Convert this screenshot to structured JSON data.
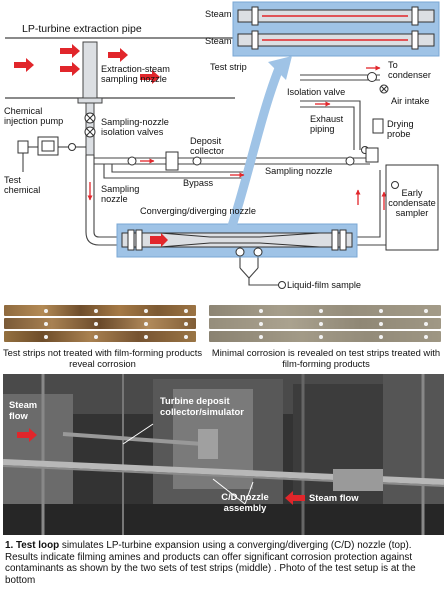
{
  "diagram": {
    "labels": {
      "lp_pipe": "LP-turbine extraction pipe",
      "steam_top1": "Steam",
      "steam_top2": "Steam",
      "test_strip": "Test strip",
      "extraction_nozzle": "Extraction-steam sampling nozzle",
      "chemical_pump": "Chemical injection pump",
      "sampling_valves": "Sampling-nozzle isolation valves",
      "deposit_collector": "Deposit collector",
      "test_chemical": "Test chemical",
      "bypass": "Bypass",
      "sampling_nozzle_left": "Sampling nozzle",
      "sampling_nozzle_mid": "Sampling nozzle",
      "isolation_valve": "Isolation valve",
      "to_condenser": "To condenser",
      "air_intake": "Air intake",
      "exhaust_piping": "Exhaust piping",
      "drying_probe": "Drying probe",
      "early_condensate": "Early condensate sampler",
      "cd_nozzle": "Converging/diverging nozzle",
      "liquid_film": "Liquid-film sample"
    },
    "colors": {
      "pipe_fill": "#dcdfe3",
      "pipe_stroke": "#4a4a4a",
      "highlight": "#9fc3e6",
      "highlight_dark": "#7aa7d4",
      "arrow_red": "#e1262b"
    }
  },
  "strips": {
    "caption_left": "Test strips not treated with film-forming products reveal corrosion",
    "caption_right": "Minimal corrosion is revealed on test strips treated with film-forming products"
  },
  "photo": {
    "steam_flow_left": "Steam flow",
    "deposit_collector": "Turbine deposit collector/simulator",
    "cd_assembly": "C/D nozzle assembly",
    "steam_flow_right": "Steam flow"
  },
  "caption": {
    "number": "1. Test loop",
    "text": " simulates LP-turbine expansion using a converging/diverging (C/D) nozzle (top). Results indicate filming amines and products can offer significant corrosion protection against contaminants as shown by the two sets of test strips (middle) . Photo of the test setup is at the bottom"
  }
}
